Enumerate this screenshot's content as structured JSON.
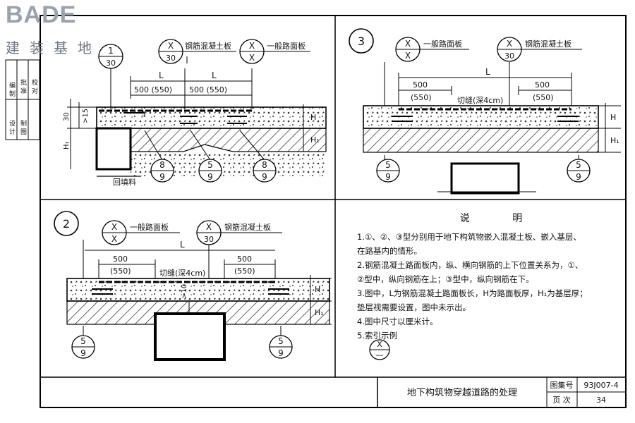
{
  "watermark": {
    "logo": "BADE",
    "sub": "建装基地"
  },
  "left_strip": {
    "rows": [
      "编 制",
      "批 准",
      "校 对",
      "设 计",
      "制 图"
    ]
  },
  "panel1": {
    "bubble_left": {
      "top": "1",
      "bottom": "30"
    },
    "bubble_mid": {
      "top": "X",
      "bottom": "30",
      "label": "钢筋混凝土板"
    },
    "bubble_right": {
      "top": "X",
      "bottom": "X",
      "label": "一般路面板"
    },
    "dim_L": "L",
    "dim_500_a": "500 (550)",
    "dim_500_b": "500 (550)",
    "dim_30": "30",
    "dim_15": ">15",
    "dim_5": "5",
    "H": "H",
    "H1": "H₁",
    "refs": [
      {
        "top": "8",
        "bottom": "9"
      },
      {
        "top": "5",
        "bottom": "9"
      },
      {
        "top": "8",
        "bottom": "9"
      }
    ],
    "backfill": "回填料"
  },
  "panel3": {
    "number": "3",
    "bubble_left": {
      "top": "X",
      "bottom": "X",
      "label": "一般路面板"
    },
    "bubble_right": {
      "top": "X",
      "bottom": "30",
      "label": "钢筋混凝土板"
    },
    "dim_L": "L",
    "dim_500_left": "500",
    "dim_550_left": "(550)",
    "dim_500_right": "500",
    "dim_550_right": "(550)",
    "cut": "切缝(深4cm)",
    "H": "H",
    "H1": "H₁",
    "refs": [
      {
        "top": "5",
        "bottom": "9"
      },
      {
        "top": "5",
        "bottom": "9"
      }
    ]
  },
  "panel2": {
    "number": "2",
    "bubble_left": {
      "top": "X",
      "bottom": "X",
      "label": "一般路面板"
    },
    "bubble_right": {
      "top": "X",
      "bottom": "30",
      "label": "钢筋混凝土板"
    },
    "dim_L": "L",
    "dim_500_left": "500",
    "dim_550_left": "(550)",
    "dim_500_right": "500",
    "dim_550_right": "(550)",
    "cut": "切缝(深4cm)",
    "dim_10": ">10",
    "H": "H",
    "H1": "H₁",
    "refs": [
      {
        "top": "5",
        "bottom": "9"
      },
      {
        "top": "5",
        "bottom": "9"
      }
    ]
  },
  "notes": {
    "title": "说 明",
    "items": [
      "1.①、②、③型分别用于地下构筑物嵌入混凝土板、嵌入基层、",
      "在路基内的情形。",
      "2.钢筋混凝土路面板内，纵、横向钢筋的上下位置关系为，①、",
      "②型中，纵向钢筋在上；③型中，纵向钢筋在下。",
      "3.图中，L为钢筋混凝土路面板长，H为路面板厚，H₁为基层厚；",
      "垫层视需要设置，图中未示出。",
      "4.图中尺寸以厘米计。",
      "5.索引示例"
    ],
    "example": {
      "top": "X",
      "bottom": "—"
    }
  },
  "title_block": {
    "title": "地下构筑物穿越道路的处理",
    "atlas_label": "图集号",
    "atlas_value": "93J007-4",
    "page_label": "页 次",
    "page_value": "34"
  }
}
